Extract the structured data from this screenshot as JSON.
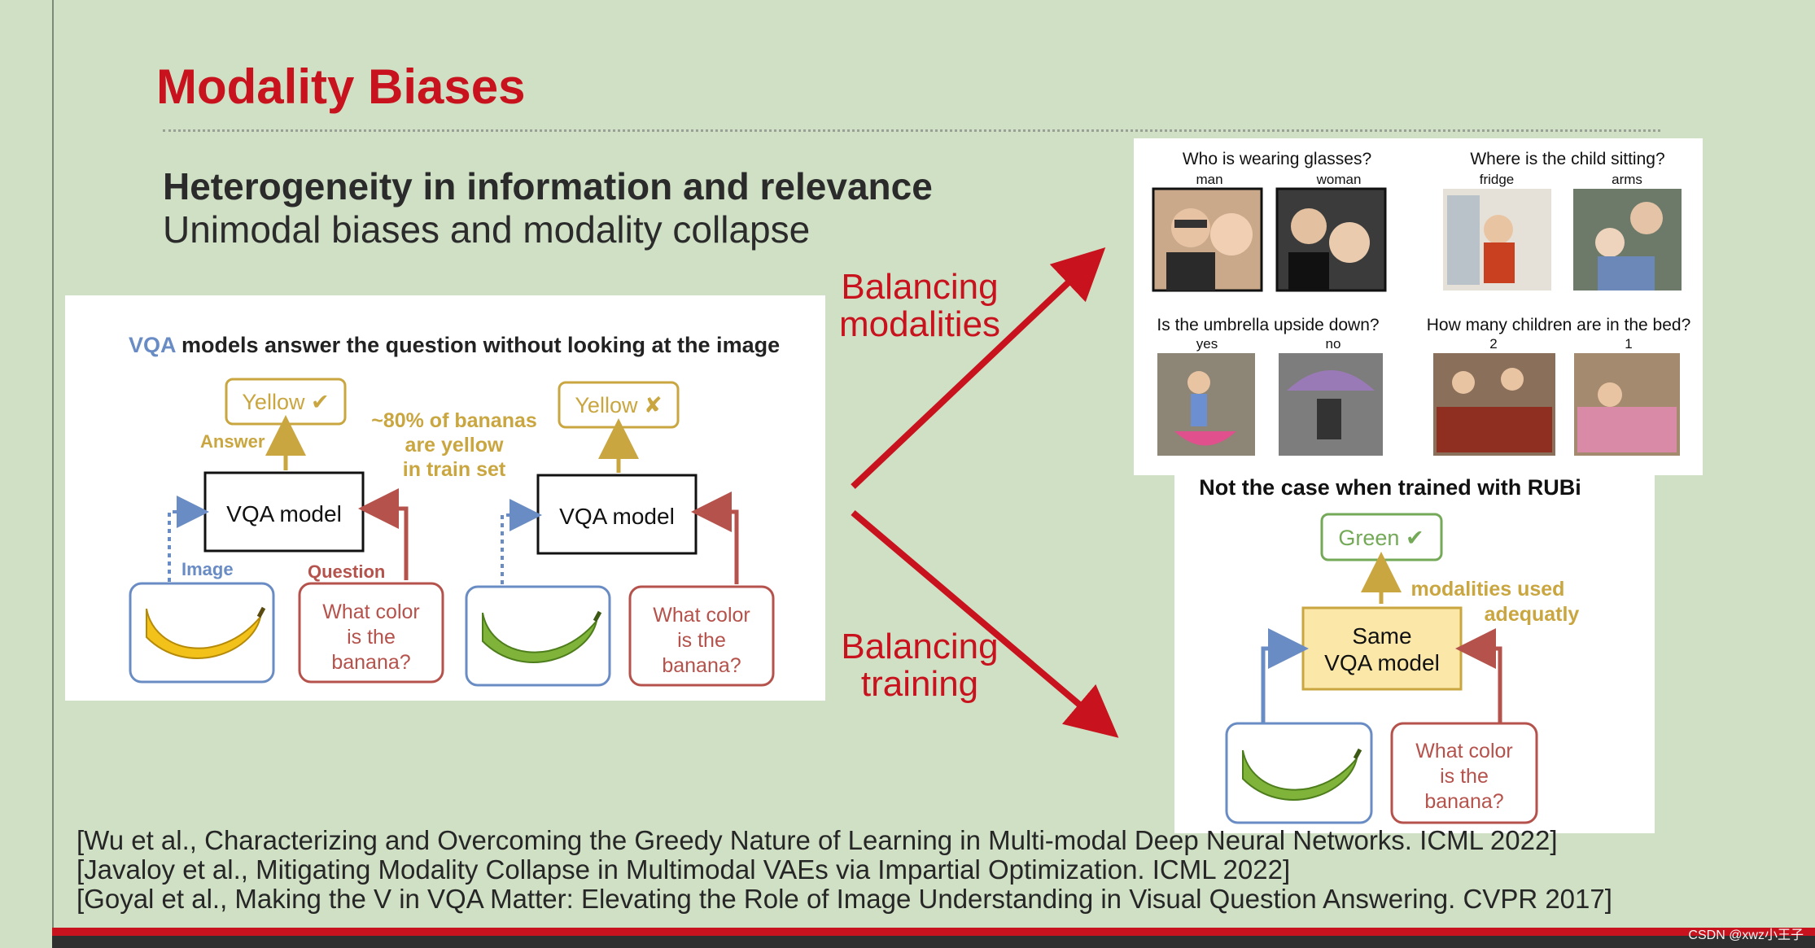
{
  "slide": {
    "title": "Modality Biases",
    "heading": "Heterogeneity in information and relevance",
    "subheading": "Unimodal biases and modality collapse",
    "balancing_modalities": [
      "Balancing",
      "modalities"
    ],
    "balancing_training": [
      "Balancing",
      "training"
    ]
  },
  "vqa_panel": {
    "caption_vqa": "VQA",
    "caption_rest": " models answer the question without looking at the image",
    "answer_yes": "Yellow ✔",
    "answer_no": "Yellow ✘",
    "answer_label": "Answer",
    "stat": [
      "~80% of bananas",
      "are yellow",
      "in train set"
    ],
    "model_label": "VQA model",
    "image_label": "Image",
    "question_label": "Question",
    "question_text": [
      "What color",
      "is the",
      "banana?"
    ]
  },
  "questions_panel": {
    "q1": "Who is wearing glasses?",
    "q1_a": "man",
    "q1_b": "woman",
    "q2": "Where is the child sitting?",
    "q2_a": "fridge",
    "q2_b": "arms",
    "q3": "Is the umbrella upside down?",
    "q3_a": "yes",
    "q3_b": "no",
    "q4": "How many children are in the bed?",
    "q4_a": "2",
    "q4_b": "1"
  },
  "rubi_panel": {
    "caption": "Not the case when trained with RUBi",
    "answer": "Green ✔",
    "note": [
      "modalities used",
      "adequatly"
    ],
    "model": [
      "Same",
      "VQA model"
    ],
    "question_text": [
      "What color",
      "is the",
      "banana?"
    ]
  },
  "references": [
    "[Wu et al., Characterizing and Overcoming the Greedy Nature of Learning in Multi-modal Deep Neural Networks. ICML 2022]",
    "[Javaloy et al., Mitigating Modality Collapse in Multimodal VAEs via Impartial Optimization. ICML 2022]",
    "[Goyal et al., Making the V in VQA Matter: Elevating the Role of Image Understanding in Visual Question Answering. CVPR 2017]"
  ],
  "watermark": "CSDN @xwz小王子",
  "colors": {
    "title_red": "#c8121d",
    "gold": "#c9a640",
    "blue": "#6a8cc4",
    "brick": "#b5524c",
    "green": "#73a957"
  }
}
